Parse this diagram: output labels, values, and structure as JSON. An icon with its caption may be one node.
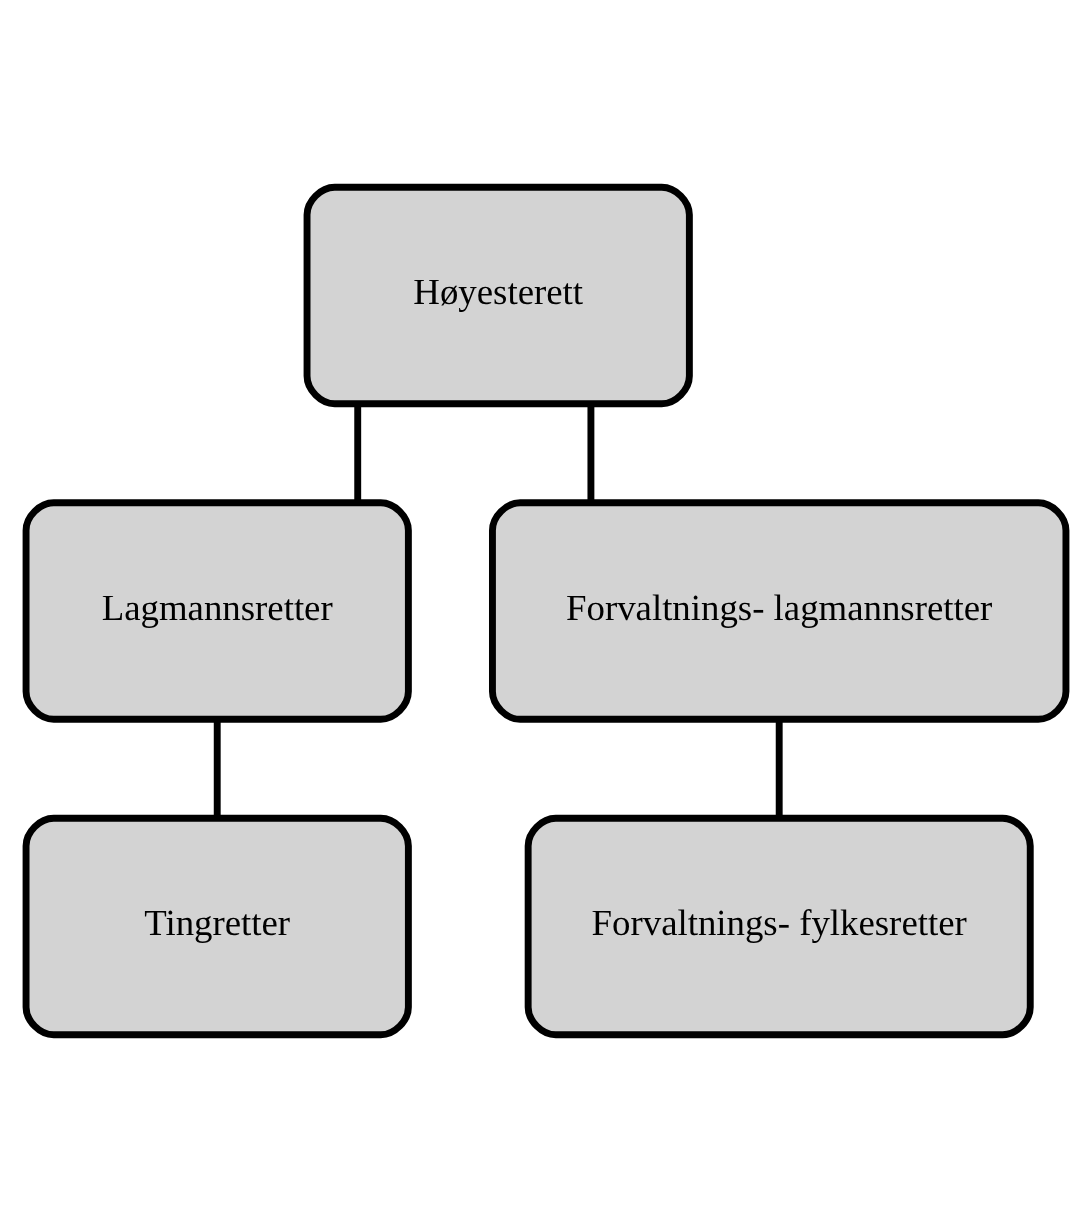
{
  "diagram": {
    "nodes": [
      {
        "text": [
          "Høyesterett"
        ]
      },
      {
        "text": [
          "Lagmannsretter"
        ]
      },
      {
        "text": [
          "Forvaltnings- lagmannsretter"
        ]
      },
      {
        "text": [
          "Tingretter"
        ]
      },
      {
        "text": [
          "Forvaltnings- fylkesretter"
        ]
      }
    ],
    "edges": [
      {
        "from": 0,
        "to": 1,
        "arrow": "none"
      },
      {
        "from": 0,
        "to": 2,
        "arrow": "none"
      },
      {
        "from": 1,
        "to": 3,
        "arrow": "none"
      },
      {
        "from": 2,
        "to": 4,
        "arrow": "none"
      }
    ]
  }
}
